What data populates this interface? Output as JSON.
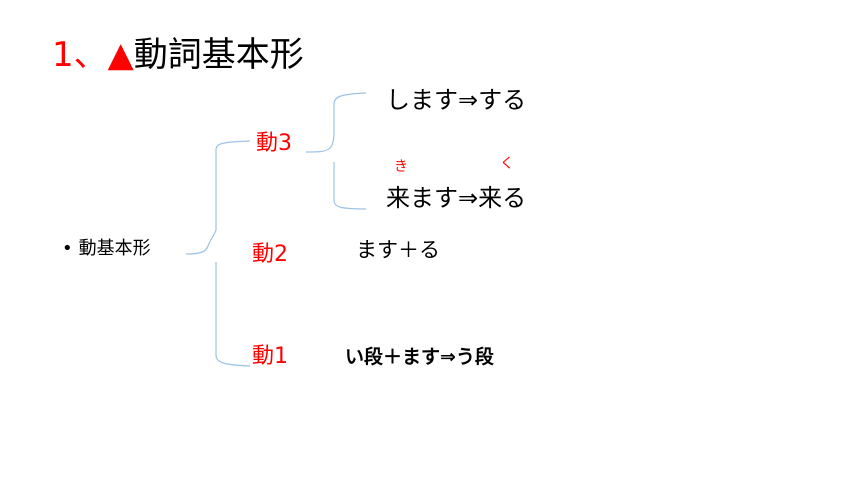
{
  "title": {
    "number": "1、",
    "marker": "▲",
    "text": "動詞基本形"
  },
  "bullet": {
    "dot": "•",
    "label": "動基本形"
  },
  "levels": {
    "v3": "動3",
    "v2": "動2",
    "v1": "動1"
  },
  "rules": {
    "v3a": "しますする",
    "v3a_parts": [
      "します",
      "⇒",
      "する"
    ],
    "v3b_parts": [
      "来ます",
      "⇒",
      "来る"
    ],
    "v2": "ます＋る",
    "v1": "い段＋ます⇒う段"
  },
  "ruby": {
    "ki": "き",
    "ku": "く"
  },
  "colors": {
    "accent": "#ff0000",
    "bracket": "#9dc3e6",
    "text": "#000000"
  }
}
